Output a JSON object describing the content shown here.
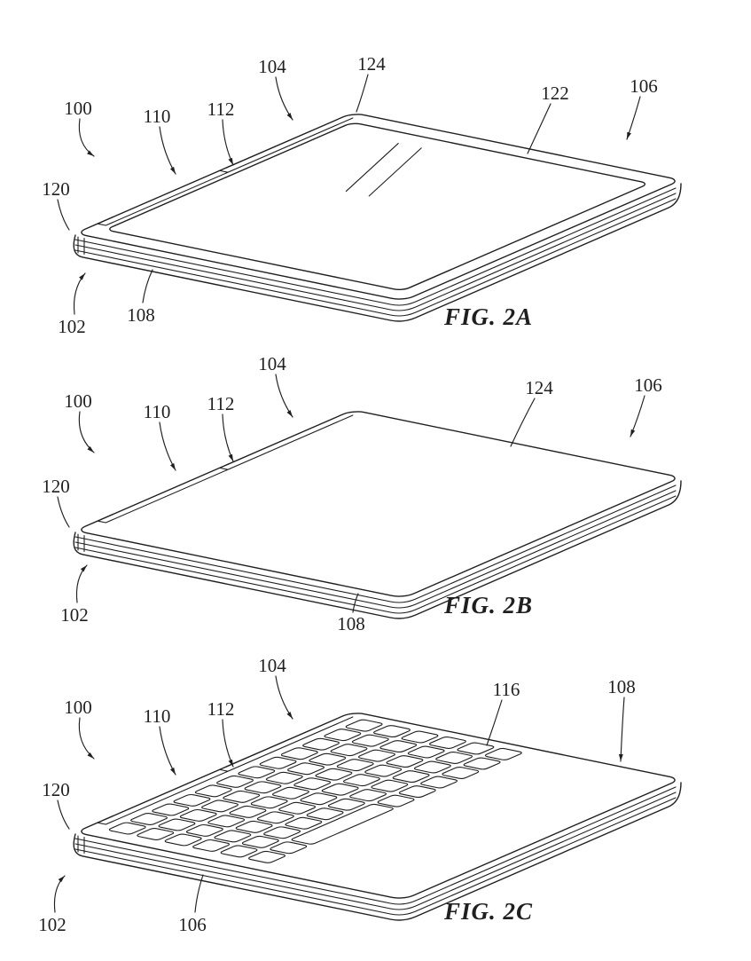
{
  "colors": {
    "ink": "#1f1f1f",
    "paper": "#ffffff"
  },
  "figures": [
    {
      "id": "2A",
      "caption": "FIG. 2A",
      "labels": [
        "100",
        "110",
        "112",
        "104",
        "124",
        "122",
        "106",
        "120",
        "102",
        "108"
      ]
    },
    {
      "id": "2B",
      "caption": "FIG. 2B",
      "labels": [
        "104",
        "100",
        "110",
        "112",
        "124",
        "106",
        "120",
        "102",
        "108"
      ]
    },
    {
      "id": "2C",
      "caption": "FIG. 2C",
      "labels": [
        "104",
        "100",
        "110",
        "112",
        "116",
        "108",
        "120",
        "102",
        "106"
      ]
    }
  ]
}
